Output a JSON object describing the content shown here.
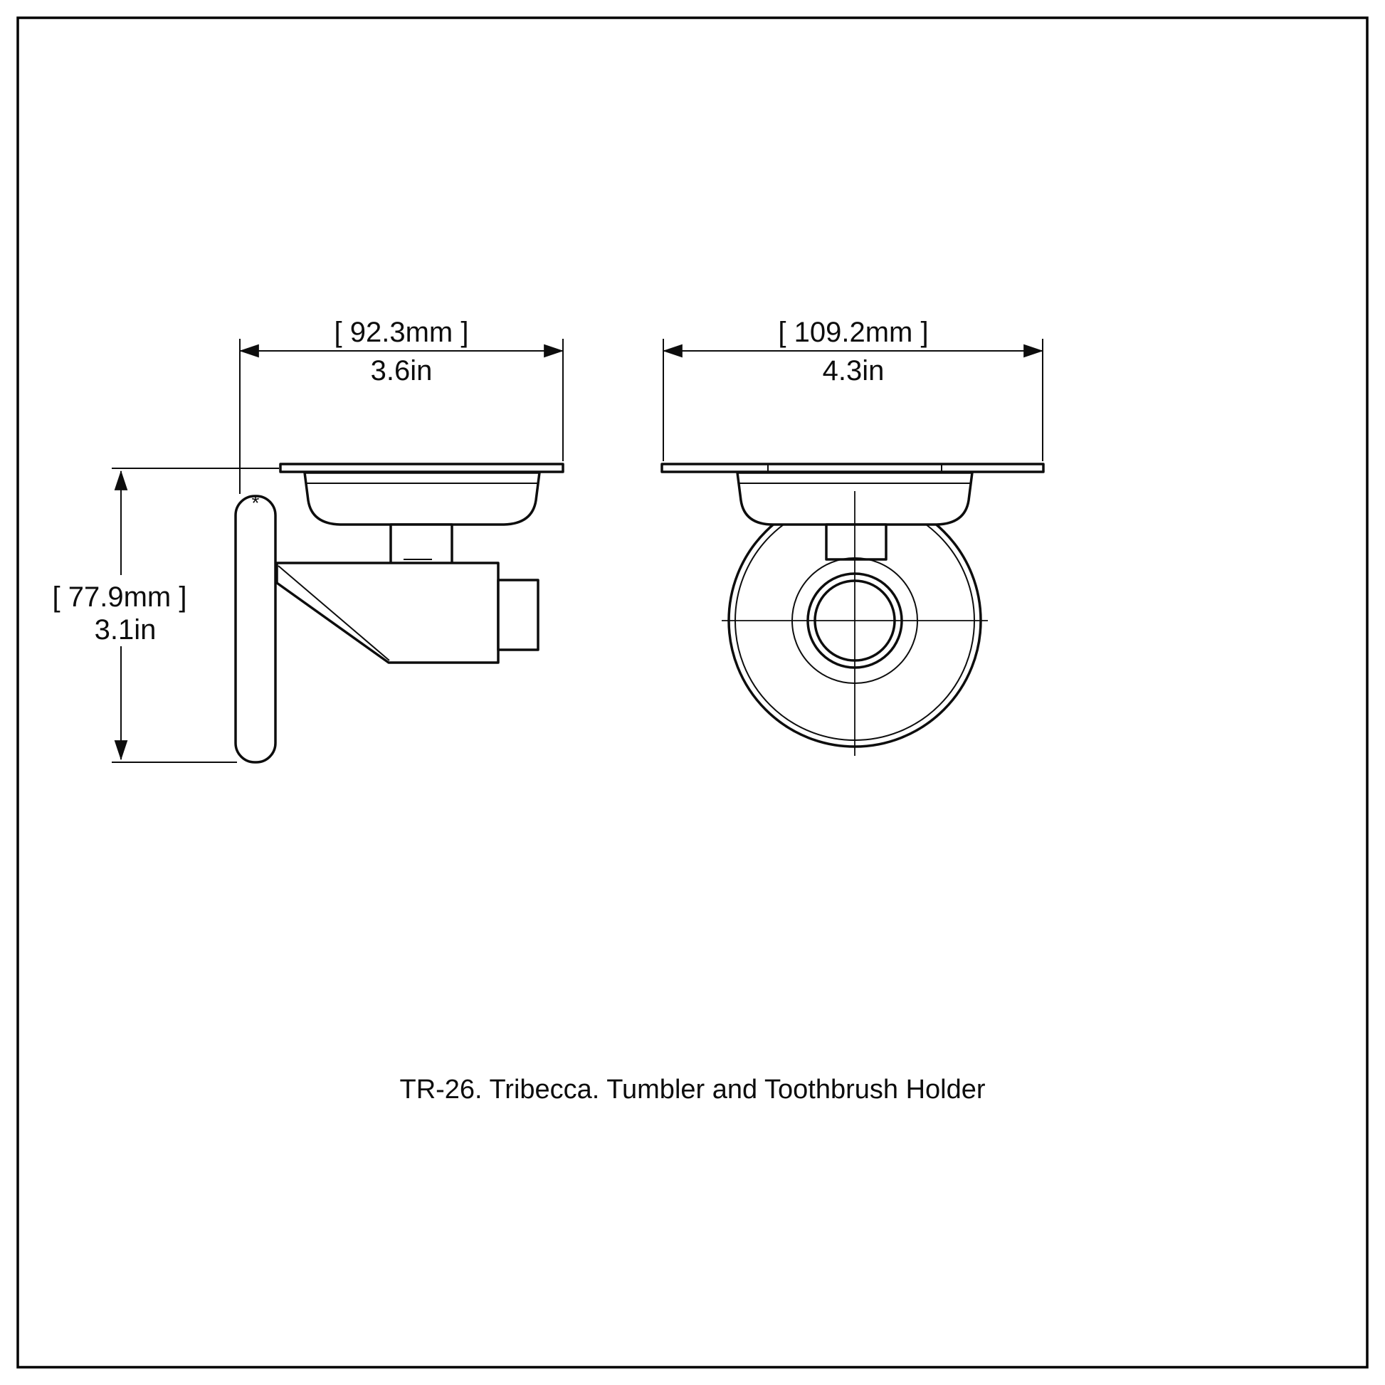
{
  "caption": "TR-26. Tribecca. Tumbler and Toothbrush Holder",
  "side_view": {
    "width_dim": {
      "metric": "[ 92.3mm ]",
      "imperial": "3.6in"
    },
    "height_dim": {
      "metric": "[ 77.9mm ]",
      "imperial": "3.1in"
    },
    "mount_hole_marker": "*"
  },
  "front_view": {
    "width_dim": {
      "metric": "[ 109.2mm ]",
      "imperial": "4.3in"
    }
  },
  "colors": {
    "line": "#0d0d0d",
    "background": "#ffffff",
    "border": "#000000"
  }
}
